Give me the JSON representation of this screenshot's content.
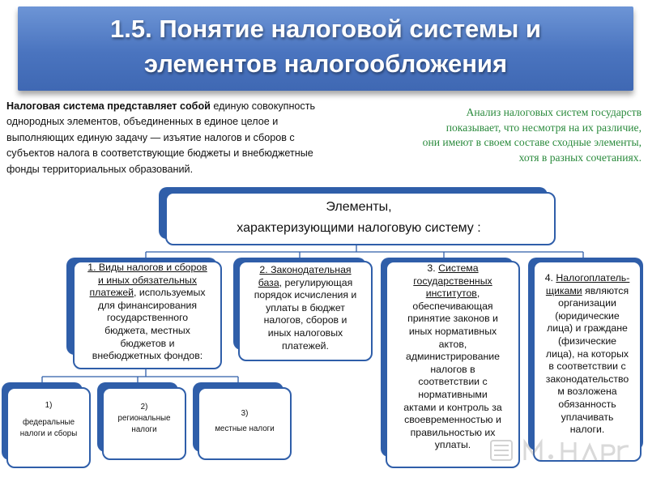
{
  "title": {
    "line1": "1.5. Понятие налоговой системы и",
    "line2": "элементов налогообложения"
  },
  "definition": {
    "bold_part": "Налоговая система представляет собой",
    "rest_line1": " единую совокупность",
    "line2": "однородных элементов, объединенных в единое целое и",
    "line3": "выполняющих единую задачу — изъятие налогов и сборов с",
    "line4": "субъектов налога в соответствующие бюджеты и внебюджетные",
    "line5": "фонды территориальных образований."
  },
  "analysis": {
    "line1": "Анализ налоговых систем государств",
    "line2": "показывает, что несмотря на их различие,",
    "line3": "они имеют в своем составе сходные элементы,",
    "line4": "хотя в разных сочетаниях."
  },
  "head_box": {
    "word": "Элементы",
    "comma": ",",
    "line2": "характеризующими налоговую систему :"
  },
  "elements": [
    {
      "lines": [
        {
          "text": "1. Виды налогов и сборов",
          "underline": true
        },
        {
          "text": "и иных обязательных",
          "underline": true
        },
        {
          "text": "платежей",
          "underline": true,
          "suffix": ", используемых"
        },
        {
          "text": "для финансирования",
          "underline": false
        },
        {
          "text": "государственного",
          "underline": false
        },
        {
          "text": "бюджета, местных",
          "underline": false
        },
        {
          "text": "бюджетов и",
          "underline": false
        },
        {
          "text": "внебюджетных фондов:",
          "underline": false
        }
      ]
    },
    {
      "lines": [
        {
          "text": "2. Законодательная",
          "underline": true
        },
        {
          "text": "база,",
          "underline": true,
          "suffix": " регулирующая"
        },
        {
          "text": "порядок исчисления и",
          "underline": false
        },
        {
          "text": "уплаты в бюджет",
          "underline": false
        },
        {
          "text": "налогов, сборов и",
          "underline": false
        },
        {
          "text": "иных налоговых",
          "underline": false
        },
        {
          "text": "платежей.",
          "underline": false
        }
      ]
    },
    {
      "lines": [
        {
          "text": "3. ",
          "underline": false,
          "u_suffix": "Система"
        },
        {
          "text": "государственных",
          "underline": true
        },
        {
          "text": "институтов",
          "underline": true,
          "suffix": ","
        },
        {
          "text": "обеспечивающая",
          "underline": false
        },
        {
          "text": "принятие законов и",
          "underline": false
        },
        {
          "text": "иных нормативных",
          "underline": false
        },
        {
          "text": "актов,",
          "underline": false
        },
        {
          "text": "администрирование",
          "underline": false
        },
        {
          "text": "налогов в",
          "underline": false
        },
        {
          "text": "соответствии с",
          "underline": false
        },
        {
          "text": "нормативными",
          "underline": false
        },
        {
          "text": "актами и контроль за",
          "underline": false
        },
        {
          "text": "своевременностью и",
          "underline": false
        },
        {
          "text": "правильностью их",
          "underline": false
        },
        {
          "text": "уплаты.",
          "underline": false
        }
      ]
    },
    {
      "lines": [
        {
          "text": "4. ",
          "underline": false,
          "u_suffix": "Налогоплатель-"
        },
        {
          "text": "щиками",
          "underline": true,
          "suffix": " являются"
        },
        {
          "text": "организации",
          "underline": false
        },
        {
          "text": "(юридические",
          "underline": false
        },
        {
          "text": "лица) и граждане",
          "underline": false
        },
        {
          "text": "(физические",
          "underline": false
        },
        {
          "text": "лица), на которых",
          "underline": false
        },
        {
          "text": "в соответствии с",
          "underline": false
        },
        {
          "text": "законодательство",
          "underline": false
        },
        {
          "text": "м возложена",
          "underline": false
        },
        {
          "text": "обязанность",
          "underline": false
        },
        {
          "text": "уплачивать",
          "underline": false
        },
        {
          "text": "налоги.",
          "underline": false
        }
      ]
    }
  ],
  "sub_elements": [
    {
      "number": "1)",
      "line1": "федеральные",
      "line2": "налоги и сборы"
    },
    {
      "number": "2)",
      "line1": "региональные",
      "line2": "налоги"
    },
    {
      "number": "3)",
      "line1": "местные налоги",
      "line2": ""
    }
  ],
  "colors": {
    "title_bg": "#4a74bf",
    "box_border": "#2f5ea9",
    "analysis_text": "#2a8a3c"
  }
}
